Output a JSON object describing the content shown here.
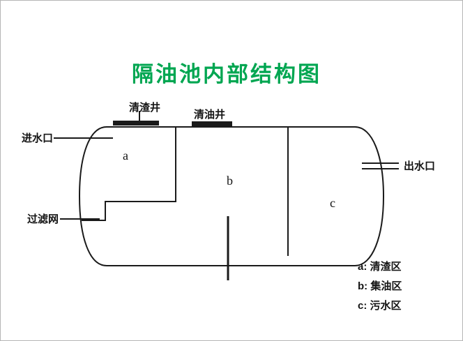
{
  "title": "隔油池内部结构图",
  "colors": {
    "title_green": "#00a651",
    "line_black": "#1a1a1a",
    "background": "#ffffff"
  },
  "tank": {
    "wells": {
      "slag": "清渣井",
      "oil": "清油井"
    },
    "ports": {
      "inlet": "进水口",
      "outlet": "出水口"
    },
    "filter": "过滤网",
    "zones": {
      "a": "a",
      "b": "b",
      "c": "c"
    }
  },
  "legend": {
    "items": [
      "a: 清渣区",
      "b: 集油区",
      "c: 污水区"
    ]
  }
}
